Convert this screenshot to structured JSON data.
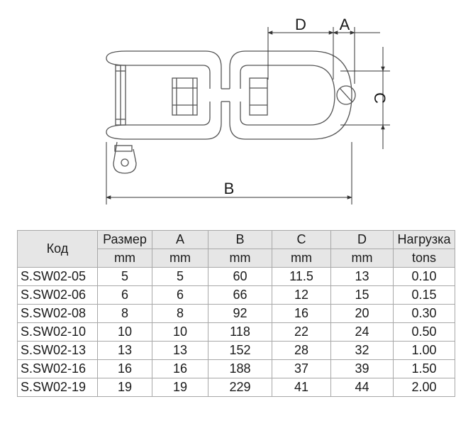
{
  "diagram": {
    "dimension_labels": {
      "A": "A",
      "B": "B",
      "C": "C",
      "D": "D"
    }
  },
  "table": {
    "code_header": "Код",
    "headers": [
      {
        "label": "Размер",
        "unit": "mm"
      },
      {
        "label": "A",
        "unit": "mm"
      },
      {
        "label": "B",
        "unit": "mm"
      },
      {
        "label": "C",
        "unit": "mm"
      },
      {
        "label": "D",
        "unit": "mm"
      },
      {
        "label": "Нагрузка",
        "unit": "tons"
      }
    ],
    "rows": [
      [
        "S.SW02-05",
        "5",
        "5",
        "60",
        "11.5",
        "13",
        "0.10"
      ],
      [
        "S.SW02-06",
        "6",
        "6",
        "66",
        "12",
        "15",
        "0.15"
      ],
      [
        "S.SW02-08",
        "8",
        "8",
        "92",
        "16",
        "20",
        "0.30"
      ],
      [
        "S.SW02-10",
        "10",
        "10",
        "118",
        "22",
        "24",
        "0.50"
      ],
      [
        "S.SW02-13",
        "13",
        "13",
        "152",
        "28",
        "32",
        "1.00"
      ],
      [
        "S.SW02-16",
        "16",
        "16",
        "188",
        "37",
        "39",
        "1.50"
      ],
      [
        "S.SW02-19",
        "19",
        "19",
        "229",
        "41",
        "44",
        "2.00"
      ]
    ]
  }
}
